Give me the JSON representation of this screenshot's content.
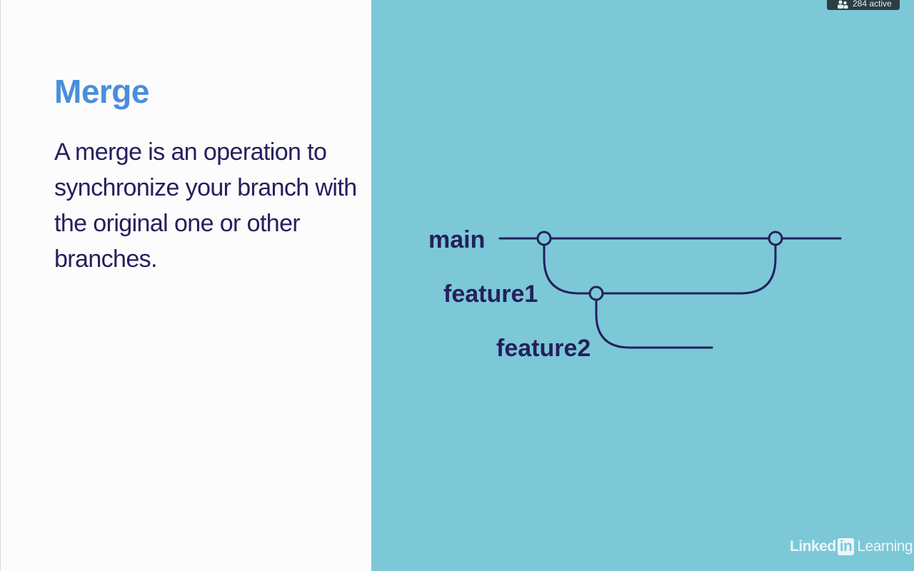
{
  "slide": {
    "title": "Merge",
    "body": "A merge is an operation to synchronize your branch with the original one or other branches."
  },
  "diagram": {
    "branches": [
      {
        "id": "main",
        "label": "main"
      },
      {
        "id": "feature1",
        "label": "feature1"
      },
      {
        "id": "feature2",
        "label": "feature2"
      }
    ],
    "colors": {
      "panel": "#7cc8d7",
      "ink": "#24205c",
      "title": "#4a8edb"
    }
  },
  "overlay": {
    "viewer_count": "284 active",
    "viewer_icon": "people-icon"
  },
  "brand": {
    "linked": "Linked",
    "in": "in",
    "learning": "Learning"
  }
}
